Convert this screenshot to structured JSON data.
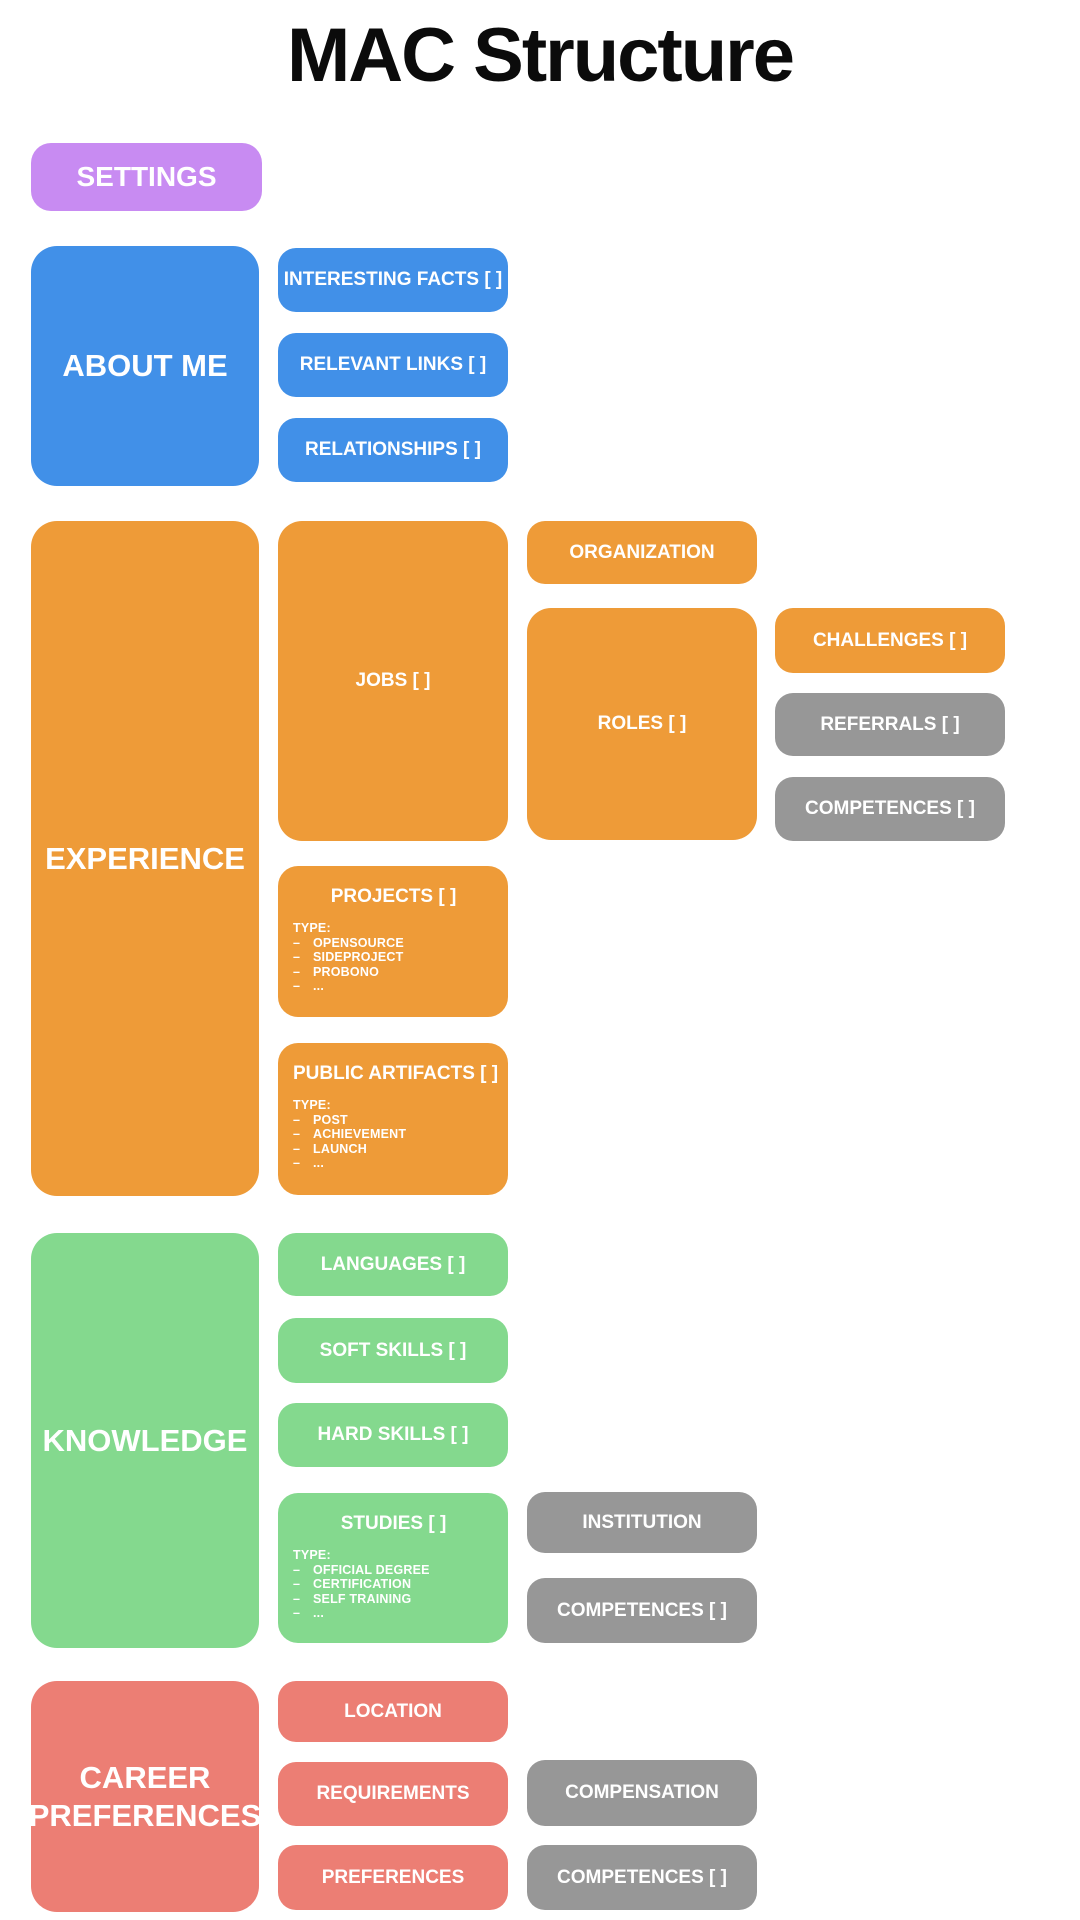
{
  "page": {
    "title": "MAC Structure"
  },
  "colors": {
    "purple": "#C88BF2",
    "blue": "#4190E8",
    "orange": "#EE9B38",
    "green": "#84D98E",
    "salmon": "#EC7E74",
    "gray": "#979797"
  },
  "common": {
    "bullet": "–"
  },
  "settings": {
    "label": "SETTINGS"
  },
  "about_me": {
    "label": "ABOUT ME",
    "interesting_facts": {
      "label": "INTERESTING FACTS [ ]"
    },
    "relevant_links": {
      "label": "RELEVANT LINKS [ ]"
    },
    "relationships": {
      "label": "RELATIONSHIPS [ ]"
    }
  },
  "experience": {
    "label": "EXPERIENCE",
    "jobs": {
      "label": "JOBS [ ]"
    },
    "organization": {
      "label": "ORGANIZATION"
    },
    "roles": {
      "label": "ROLES [ ]"
    },
    "challenges": {
      "label": "CHALLENGES [ ]"
    },
    "referrals": {
      "label": "REFERRALS [ ]"
    },
    "competences": {
      "label": "COMPETENCES [ ]"
    },
    "projects": {
      "label": "PROJECTS [ ]",
      "type_heading": "TYPE:",
      "types": [
        "OPENSOURCE",
        "SIDEPROJECT",
        "PROBONO",
        "..."
      ]
    },
    "public_artifacts": {
      "label": "PUBLIC ARTIFACTS [ ]",
      "type_heading": "TYPE:",
      "types": [
        "POST",
        "ACHIEVEMENT",
        "LAUNCH",
        "..."
      ]
    }
  },
  "knowledge": {
    "label": "KNOWLEDGE",
    "languages": {
      "label": "LANGUAGES [ ]"
    },
    "soft_skills": {
      "label": "SOFT SKILLS [ ]"
    },
    "hard_skills": {
      "label": "HARD SKILLS [ ]"
    },
    "studies": {
      "label": "STUDIES [ ]",
      "type_heading": "TYPE:",
      "types": [
        "OFFICIAL DEGREE",
        "CERTIFICATION",
        "SELF TRAINING",
        "..."
      ]
    },
    "institution": {
      "label": "INSTITUTION"
    },
    "competences": {
      "label": "COMPETENCES [ ]"
    }
  },
  "career_preferences": {
    "label": "CAREER PREFERENCES",
    "location": {
      "label": "LOCATION"
    },
    "requirements": {
      "label": "REQUIREMENTS"
    },
    "preferences": {
      "label": "PREFERENCES"
    },
    "compensation": {
      "label": "COMPENSATION"
    },
    "competences": {
      "label": "COMPETENCES [ ]"
    }
  }
}
